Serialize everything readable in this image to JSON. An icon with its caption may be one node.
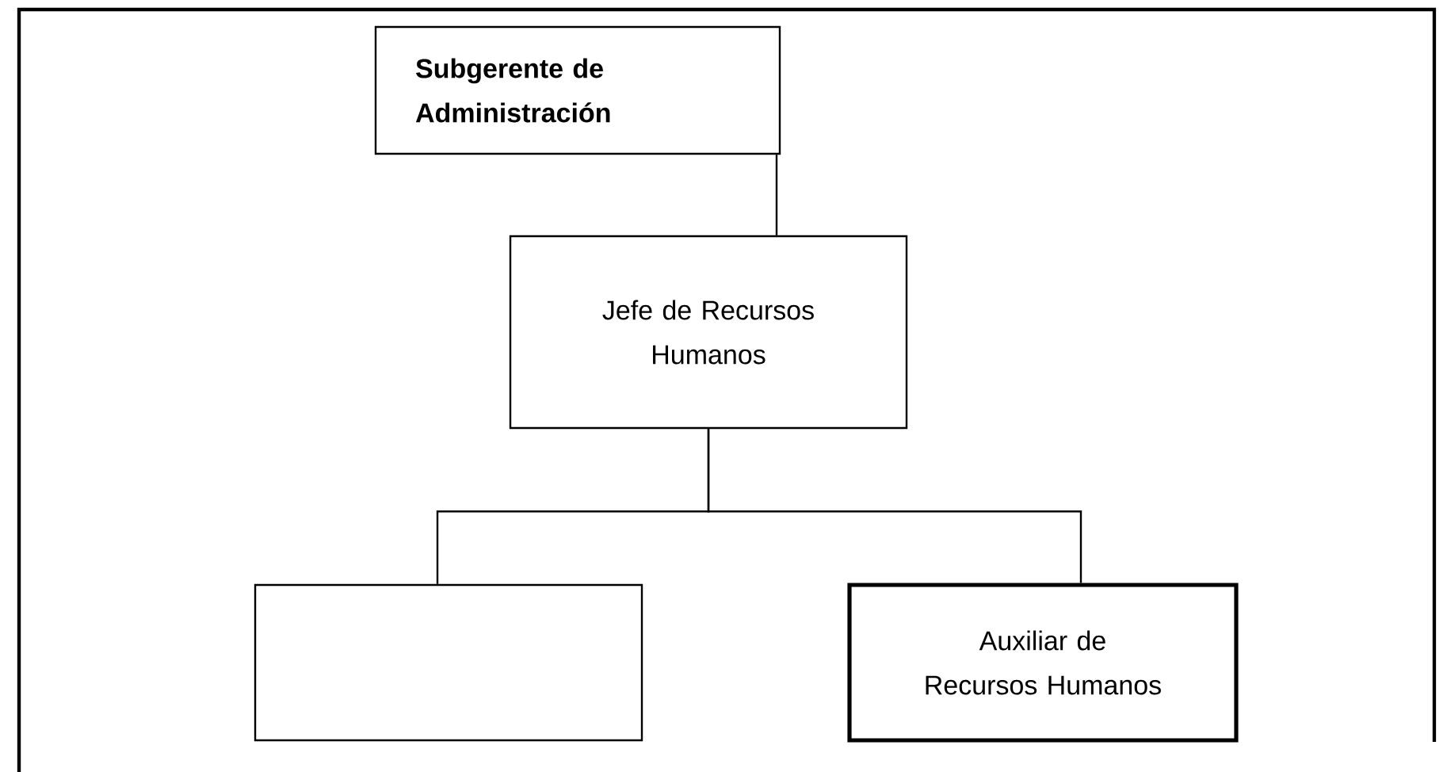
{
  "diagram": {
    "nodes": [
      {
        "text": [
          "Subgerente de Administración"
        ]
      },
      {
        "text": [
          "Jefe de Recursos Humanos"
        ]
      },
      {
        "text": [],
        "shape": "box"
      },
      {
        "text": [
          "Auxiliar de Recursos Humanos"
        ]
      }
    ],
    "edges": [
      {
        "from": 0,
        "to": 1,
        "arrow": "none"
      },
      {
        "from": 1,
        "to": 2,
        "arrow": "none"
      },
      {
        "from": 1,
        "to": 3,
        "arrow": "none"
      }
    ]
  }
}
